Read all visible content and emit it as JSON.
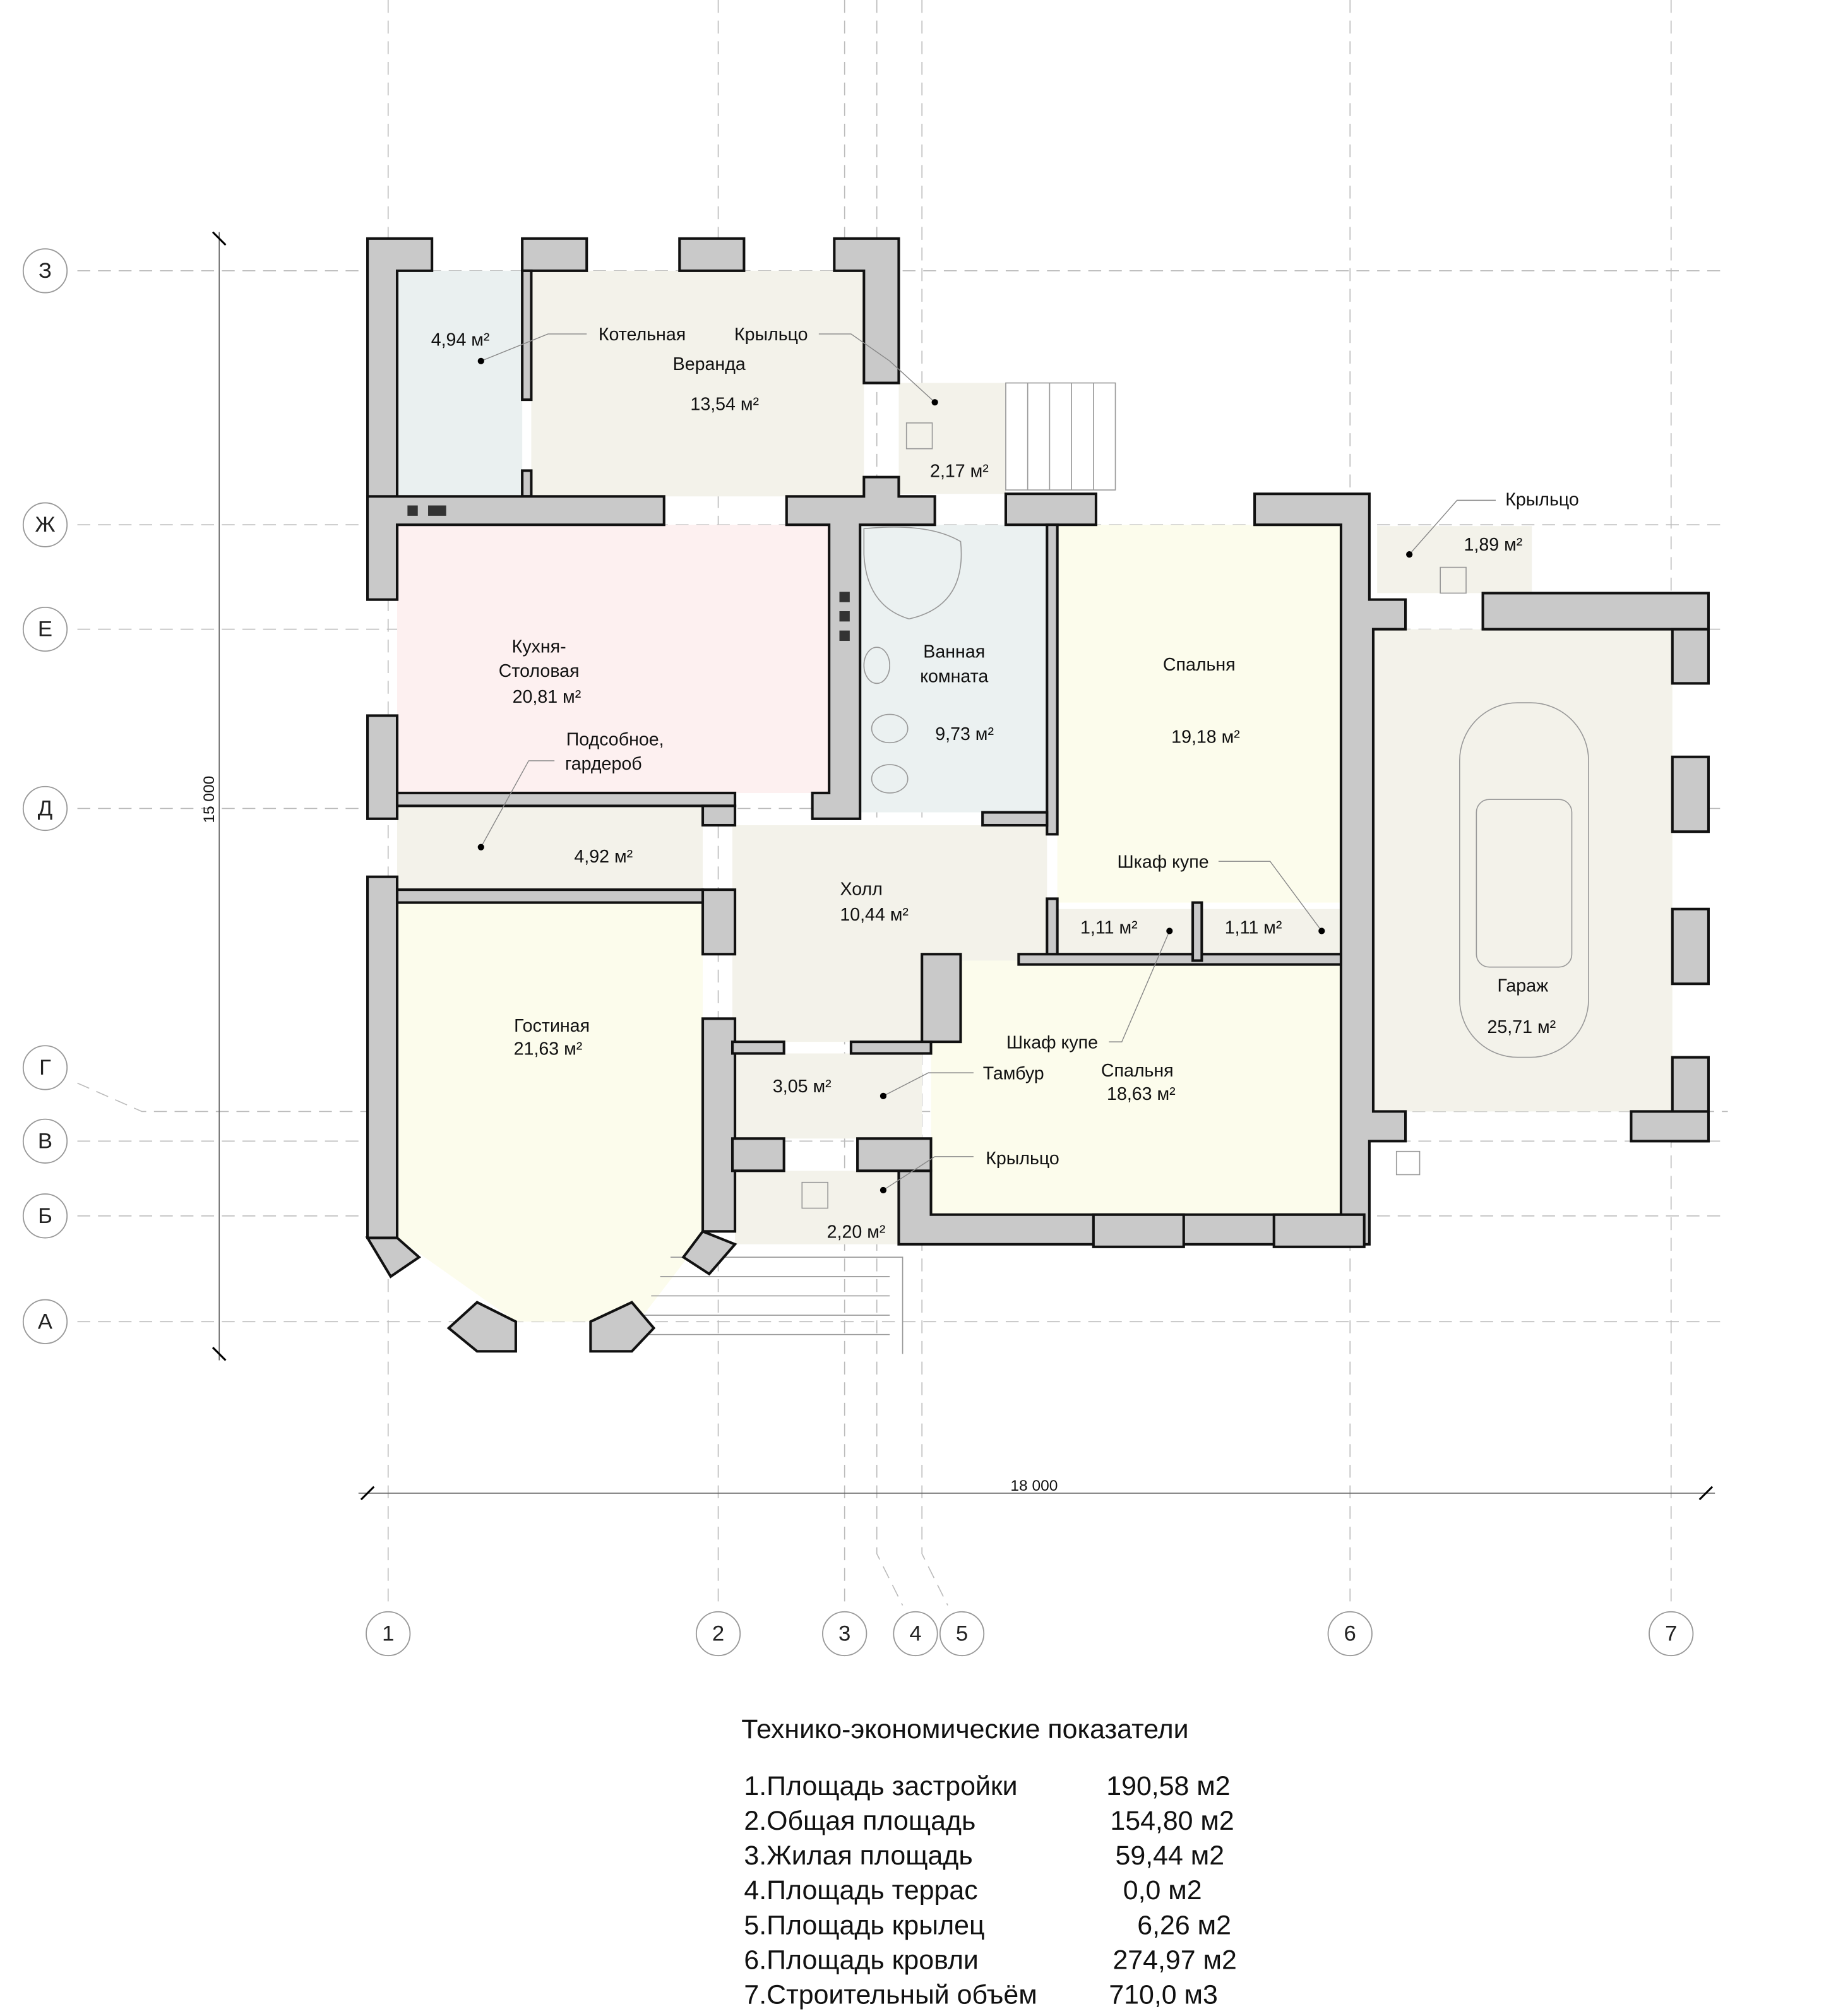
{
  "axes": {
    "rows": [
      "З",
      "Ж",
      "Е",
      "Д",
      "Г",
      "В",
      "Б",
      "А"
    ],
    "cols": [
      "1",
      "2",
      "3",
      "4",
      "5",
      "6",
      "7"
    ]
  },
  "dimensions": {
    "height": "15 000",
    "width": "18 000"
  },
  "rooms": {
    "boiler": {
      "name": "Котельная",
      "area": "4,94 м²"
    },
    "veranda": {
      "name": "Веранда",
      "area": "13,54 м²"
    },
    "porch_top": {
      "name": "Крыльцо",
      "area": "2,17 м²"
    },
    "kitchen": {
      "name1": "Кухня-",
      "name2": "Столовая",
      "area": "20,81 м²"
    },
    "bath": {
      "name1": "Ванная",
      "name2": "комната",
      "area": "9,73 м²"
    },
    "bedroom1": {
      "name": "Спальня",
      "area": "19,18 м²"
    },
    "utility": {
      "name1": "Подсобное,",
      "name2": "гардероб",
      "area": "4,92 м²"
    },
    "hall": {
      "name": "Холл",
      "area": "10,44 м²"
    },
    "closet1": {
      "name": "Шкаф купе",
      "area": "1,11 м²"
    },
    "closet2": {
      "name": "Шкаф купе",
      "area": "1,11 м²"
    },
    "living": {
      "name": "Гостиная",
      "area": "21,63 м²"
    },
    "tambur": {
      "name": "Тамбур",
      "area": "3,05 м²"
    },
    "bedroom2": {
      "name": "Спальня",
      "area": "18,63 м²"
    },
    "porch_bottom": {
      "name": "Крыльцо",
      "area": "2,20 м²"
    },
    "porch_right": {
      "name": "Крыльцо",
      "area": "1,89 м²"
    },
    "garage": {
      "name": "Гараж",
      "area": "25,71 м²"
    }
  },
  "indicators": {
    "title": "Технико-экономические показатели",
    "items": [
      {
        "label": "1.Площадь застройки",
        "value": "190,58 м2"
      },
      {
        "label": "2.Общая площадь",
        "value": "154,80 м2"
      },
      {
        "label": "3.Жилая площадь",
        "value": "59,44 м2"
      },
      {
        "label": "4.Площадь террас",
        "value": "0,0 м2"
      },
      {
        "label": "5.Площадь крылец",
        "value": "6,26 м2"
      },
      {
        "label": "6.Площадь кровли",
        "value": "274,97 м2"
      },
      {
        "label": "7.Строительный объём",
        "value": "710,0 м3"
      }
    ]
  }
}
